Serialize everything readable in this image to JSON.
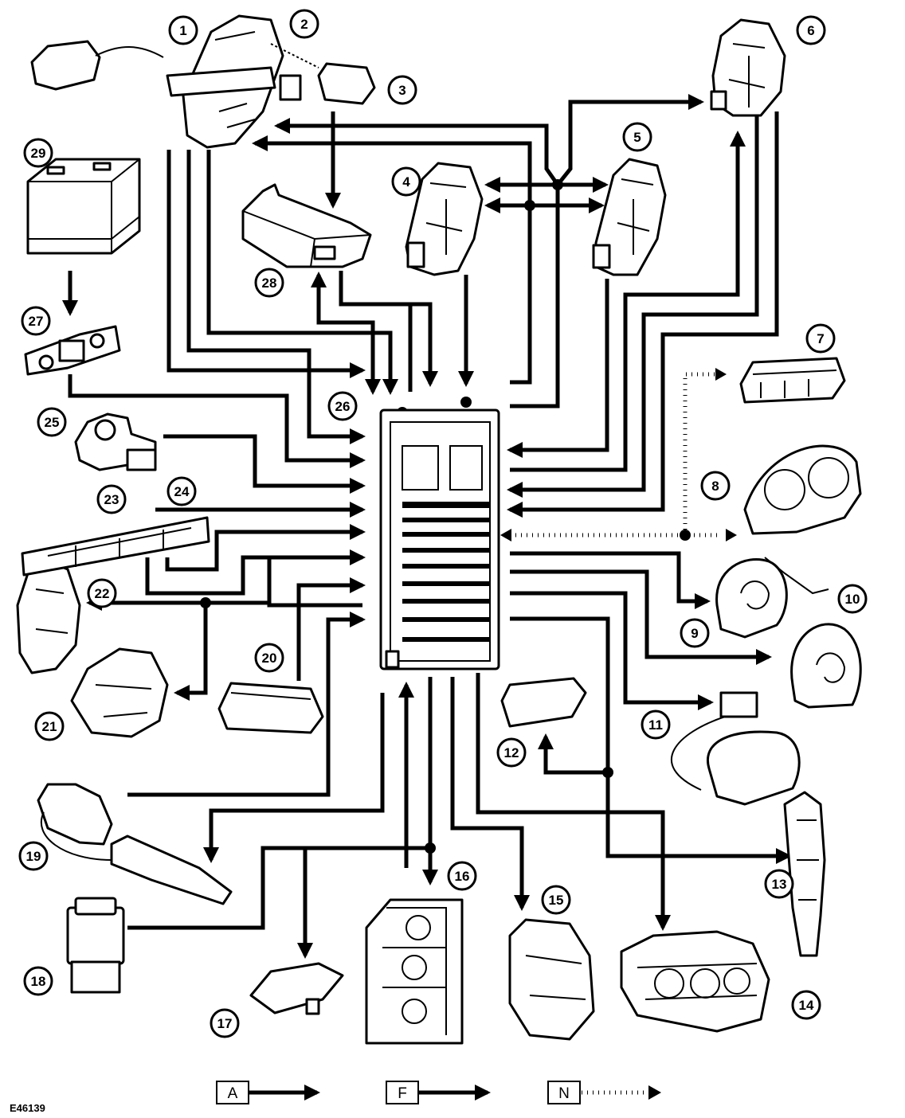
{
  "drawing_code": "E46139",
  "callouts": [
    {
      "id": "c1",
      "label": "1"
    },
    {
      "id": "c2",
      "label": "2"
    },
    {
      "id": "c3",
      "label": "3"
    },
    {
      "id": "c4",
      "label": "4"
    },
    {
      "id": "c5",
      "label": "5"
    },
    {
      "id": "c6",
      "label": "6"
    },
    {
      "id": "c7",
      "label": "7"
    },
    {
      "id": "c8",
      "label": "8"
    },
    {
      "id": "c9",
      "label": "9"
    },
    {
      "id": "c10",
      "label": "10"
    },
    {
      "id": "c11",
      "label": "11"
    },
    {
      "id": "c12",
      "label": "12"
    },
    {
      "id": "c13",
      "label": "13"
    },
    {
      "id": "c14",
      "label": "14"
    },
    {
      "id": "c15",
      "label": "15"
    },
    {
      "id": "c16",
      "label": "16"
    },
    {
      "id": "c17",
      "label": "17"
    },
    {
      "id": "c18",
      "label": "18"
    },
    {
      "id": "c19",
      "label": "19"
    },
    {
      "id": "c20",
      "label": "20"
    },
    {
      "id": "c21",
      "label": "21"
    },
    {
      "id": "c22",
      "label": "22"
    },
    {
      "id": "c23",
      "label": "23"
    },
    {
      "id": "c24",
      "label": "24"
    },
    {
      "id": "c25",
      "label": "25"
    },
    {
      "id": "c26",
      "label": "26"
    },
    {
      "id": "c27",
      "label": "27"
    },
    {
      "id": "c28",
      "label": "28"
    },
    {
      "id": "c29",
      "label": "29"
    }
  ],
  "legend": [
    {
      "key": "A",
      "line_style": "solid"
    },
    {
      "key": "F",
      "line_style": "solid"
    },
    {
      "key": "N",
      "line_style": "dotted"
    }
  ]
}
